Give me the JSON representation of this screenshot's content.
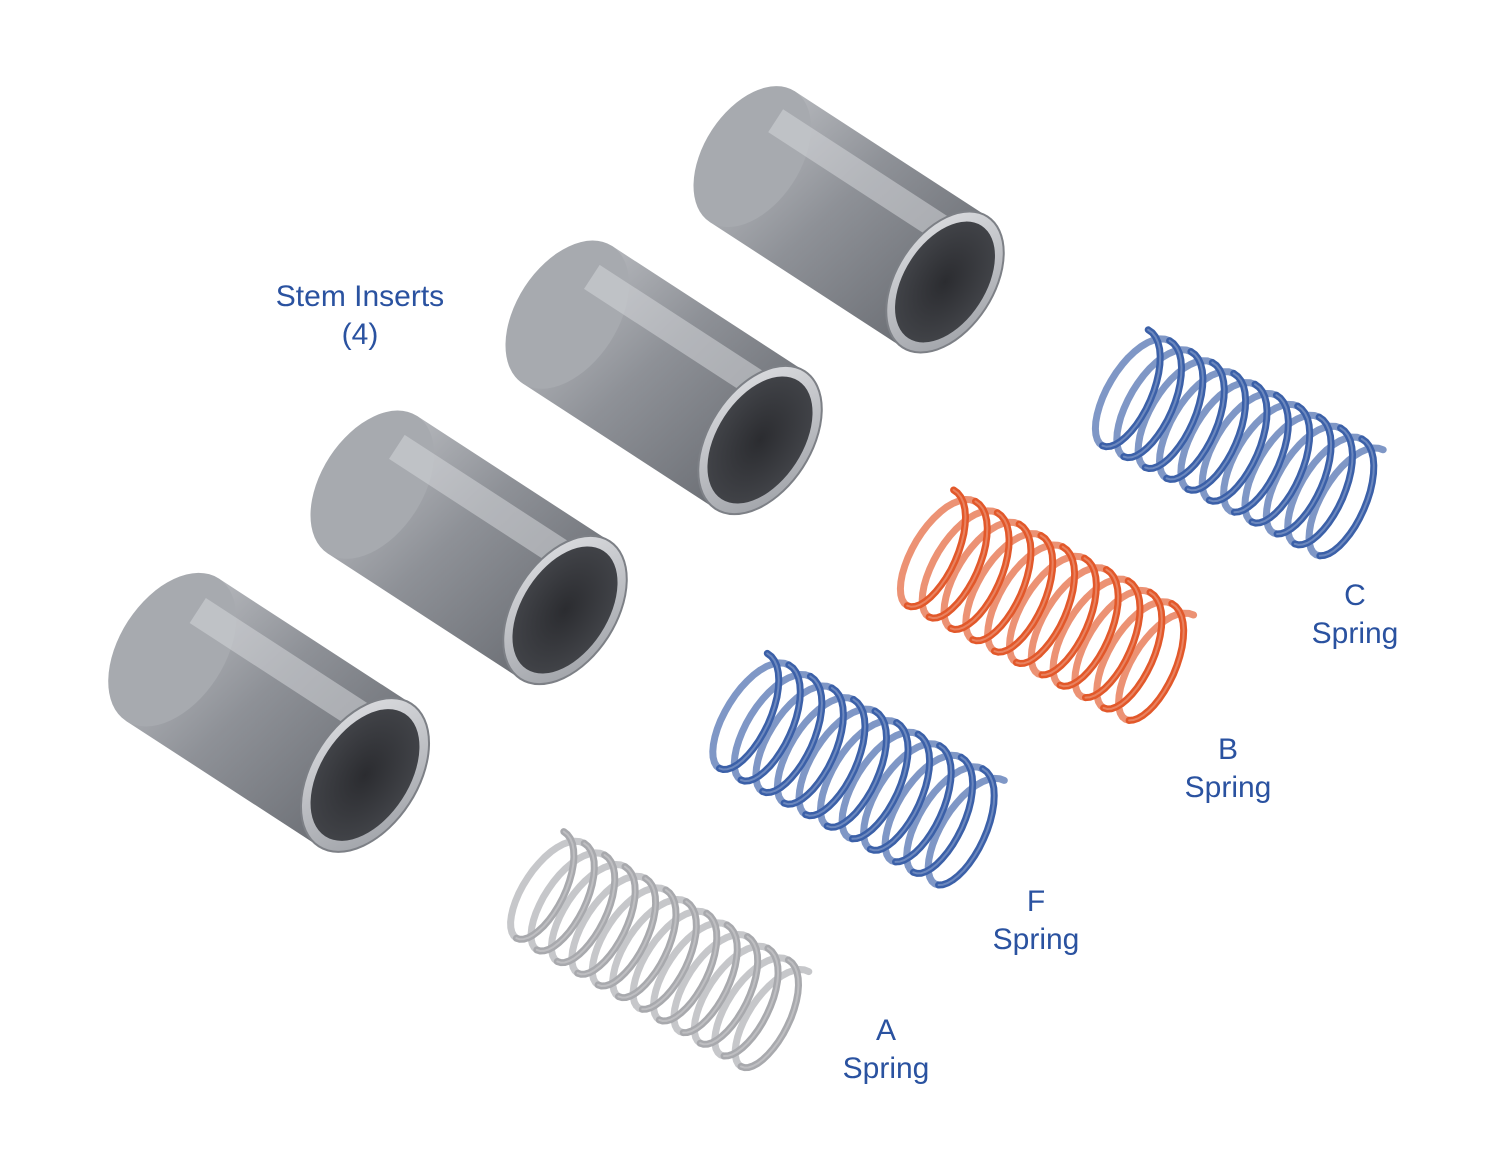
{
  "labels": {
    "stem_inserts": {
      "line1": "Stem Inserts",
      "line2": "(4)"
    },
    "spring_a": {
      "letter": "A",
      "word": "Spring"
    },
    "spring_f": {
      "letter": "F",
      "word": "Spring"
    },
    "spring_b": {
      "letter": "B",
      "word": "Spring"
    },
    "spring_c": {
      "letter": "C",
      "word": "Spring"
    }
  },
  "colors": {
    "label_text": "#2a52a0",
    "insert_metal": "#8c8f95",
    "spring_a": "#a8a9ad",
    "spring_f": "#3b60a8",
    "spring_b": "#e2582a",
    "spring_c": "#3b60a8"
  },
  "components": [
    {
      "name": "stem-insert",
      "count": 4
    },
    {
      "name": "spring-a",
      "color": "silver"
    },
    {
      "name": "spring-f",
      "color": "blue"
    },
    {
      "name": "spring-b",
      "color": "orange"
    },
    {
      "name": "spring-c",
      "color": "blue"
    }
  ]
}
